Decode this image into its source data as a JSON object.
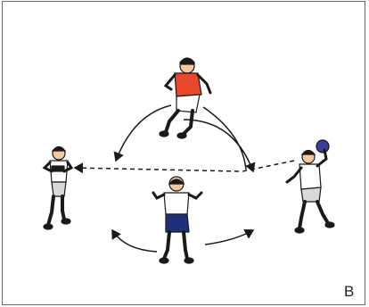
{
  "panel": {
    "letter": "B"
  },
  "figures": [
    {
      "name": "defender-red",
      "jersey": "red"
    },
    {
      "name": "player-left-catching",
      "jersey": "white"
    },
    {
      "name": "player-center-back",
      "jersey": "white"
    },
    {
      "name": "player-right-throwing",
      "jersey": "white",
      "holds": "ball"
    }
  ],
  "arrows": [
    {
      "name": "pass-path",
      "style": "dashed",
      "direction": "right-to-left"
    },
    {
      "name": "movement-arc-left",
      "style": "solid"
    },
    {
      "name": "movement-arc-right",
      "style": "solid"
    },
    {
      "name": "center-rotation-arcs",
      "style": "solid"
    }
  ],
  "colors": {
    "jersey_red": "#e8472a",
    "ball": "#3a3e9a",
    "shorts_navy": "#1f2f7a",
    "skin": "#f2c9a0",
    "outline": "#1a1a1a"
  }
}
